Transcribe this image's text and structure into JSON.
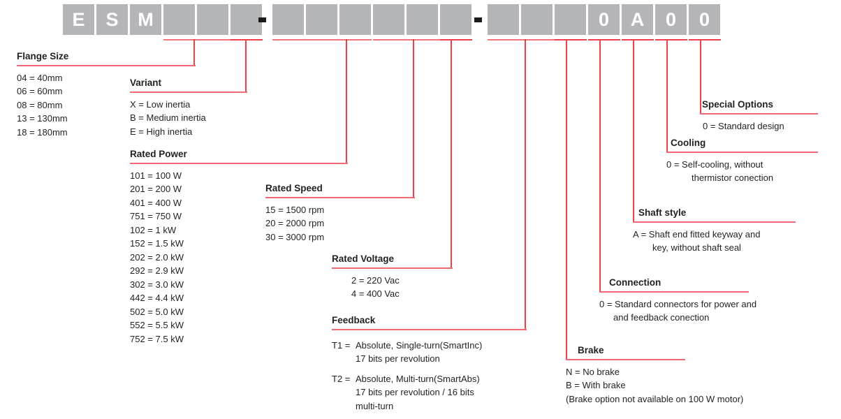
{
  "part_code": {
    "groups": [
      {
        "boxes": [
          {
            "char": "E",
            "filled": true
          },
          {
            "char": "S",
            "filled": true
          },
          {
            "char": "M",
            "filled": true
          },
          {
            "char": "",
            "filled": false
          },
          {
            "char": "",
            "filled": false
          },
          {
            "char": "",
            "filled": false
          }
        ]
      },
      {
        "boxes": [
          {
            "char": "",
            "filled": false
          },
          {
            "char": "",
            "filled": false
          },
          {
            "char": "",
            "filled": false
          },
          {
            "char": "",
            "filled": false
          },
          {
            "char": "",
            "filled": false
          },
          {
            "char": "",
            "filled": false
          }
        ]
      },
      {
        "boxes": [
          {
            "char": "",
            "filled": false
          },
          {
            "char": "",
            "filled": false
          },
          {
            "char": "",
            "filled": false
          },
          {
            "char": "0",
            "filled": true
          },
          {
            "char": "A",
            "filled": true
          },
          {
            "char": "0",
            "filled": true
          },
          {
            "char": "0",
            "filled": true
          }
        ]
      }
    ],
    "separator": "-"
  },
  "colors": {
    "box_fill": "#b3b5b8",
    "box_text": "#ffffff",
    "leader": "#f4737c",
    "leader_strong": "#ef3f4b",
    "rule": "#ef6a72",
    "text": "#231f20"
  },
  "sections": {
    "flange_size": {
      "title": "Flange Size",
      "rows": [
        "04 = 40mm",
        "06 = 60mm",
        "08 = 80mm",
        "13 = 130mm",
        "18 = 180mm"
      ]
    },
    "variant": {
      "title": "Variant",
      "rows": [
        "X = Low inertia",
        "B = Medium inertia",
        "E = High inertia"
      ]
    },
    "rated_power": {
      "title": "Rated Power",
      "rows": [
        "101 = 100 W",
        "201 = 200 W",
        "401 = 400 W",
        "751 = 750 W",
        "102 = 1 kW",
        "152 = 1.5 kW",
        "202 = 2.0 kW",
        "292 = 2.9 kW",
        "302 = 3.0 kW",
        "442 = 4.4 kW",
        "502 = 5.0 kW",
        "552 = 5.5 kW",
        "752 = 7.5 kW"
      ]
    },
    "rated_speed": {
      "title": "Rated Speed",
      "rows": [
        "15 = 1500 rpm",
        "20 = 2000 rpm",
        "30 = 3000 rpm"
      ]
    },
    "rated_voltage": {
      "title": "Rated Voltage",
      "rows": [
        "2 = 220 Vac",
        "4 = 400 Vac"
      ]
    },
    "feedback": {
      "title": "Feedback",
      "items": [
        {
          "key": "T1 =",
          "lines": [
            "Absolute, Single-turn(SmartInc)",
            "17 bits per revolution"
          ]
        },
        {
          "key": "T2 =",
          "lines": [
            "Absolute, Multi-turn(SmartAbs)",
            "17 bits per revolution / 16 bits",
            "multi-turn"
          ]
        }
      ]
    },
    "brake": {
      "title": "Brake",
      "rows": [
        "N = No brake",
        "B = With brake",
        "(Brake option not available on 100 W motor)"
      ]
    },
    "connection": {
      "title": "Connection",
      "line1": "0 = Standard connectors for power and",
      "line2": "and feedback conection"
    },
    "shaft_style": {
      "title": "Shaft style",
      "line1": "A = Shaft end fitted keyway and",
      "line2": "key, without shaft seal"
    },
    "cooling": {
      "title": "Cooling",
      "line1": "0 = Self-cooling, without",
      "line2": "thermistor conection"
    },
    "special_options": {
      "title": "Special Options",
      "line1": "0 = Standard design"
    }
  }
}
